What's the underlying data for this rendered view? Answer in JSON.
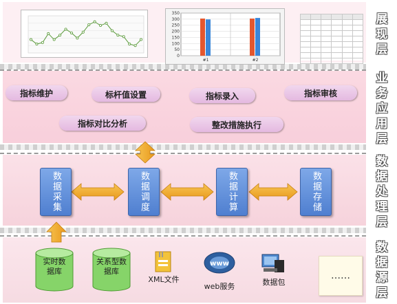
{
  "layers": {
    "presentation": "展现层",
    "business": "业务应用层",
    "processing": "数据处理层",
    "source": "数据源层"
  },
  "business_items": [
    "指标维护",
    "标杆值设置",
    "指标录入",
    "指标审核",
    "指标对比分析",
    "整改措施执行"
  ],
  "process_steps": [
    "数据采集",
    "数据调度",
    "数据计算",
    "数据存储"
  ],
  "sources": {
    "realtime_db": "实时数据库",
    "relational_db": "关系型数据库",
    "xml": "XML文件",
    "web": "web服务",
    "package": "数据包",
    "more": "……"
  },
  "bar_chart": {
    "type": "bar",
    "categories": [
      "#1",
      "#2"
    ],
    "series": [
      {
        "values": [
          305,
          305
        ]
      },
      {
        "values": [
          298,
          310
        ]
      }
    ],
    "ylim": [
      0,
      350
    ],
    "yticks": [
      "350",
      "300",
      "250",
      "200",
      "150",
      "100",
      "50",
      "0"
    ],
    "colors": [
      "#e4572e",
      "#3a86d9"
    ]
  },
  "line_chart": {
    "type": "line",
    "values": [
      38,
      32,
      34,
      46,
      38,
      44,
      52,
      47,
      40,
      48,
      58,
      62,
      57,
      60,
      50,
      44,
      42,
      32,
      30,
      38
    ],
    "ylim": [
      20,
      70
    ],
    "color": "#5a9a3a"
  },
  "colors": {
    "pill": "#e4b9e0",
    "process_box": "#4f7fd0",
    "arrow": "#f2ad2c",
    "db": "#8bd66b"
  }
}
